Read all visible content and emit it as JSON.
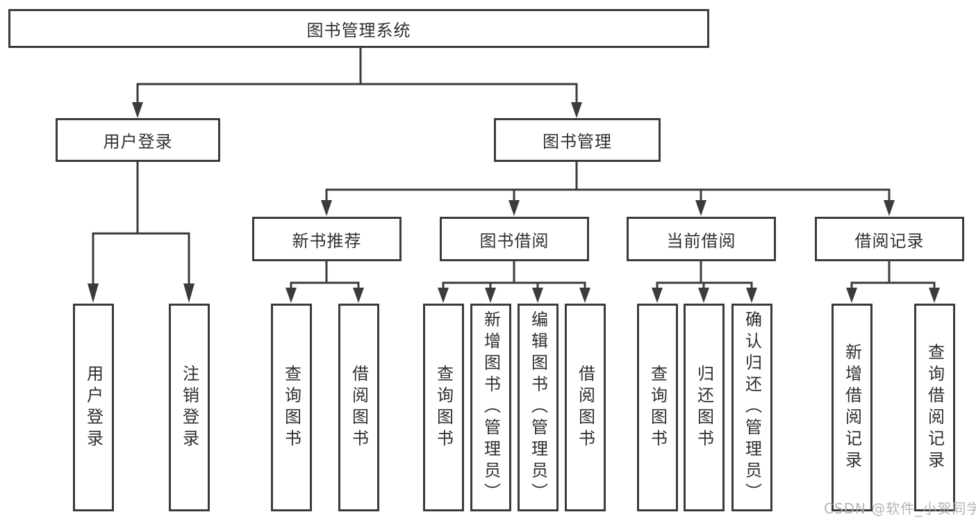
{
  "diagram": {
    "title": "图书管理系统",
    "modules": [
      {
        "label": "用户登录",
        "functions": [
          {
            "label": "用户登录"
          },
          {
            "label": "注销登录"
          }
        ]
      },
      {
        "label": "图书管理",
        "submodules": [
          {
            "label": "新书推荐",
            "functions": [
              {
                "label": "查询图书"
              },
              {
                "label": "借阅图书"
              }
            ]
          },
          {
            "label": "图书借阅",
            "functions": [
              {
                "label": "查询图书"
              },
              {
                "label": "新增图书（管理员）"
              },
              {
                "label": "编辑图书（管理员）"
              },
              {
                "label": "借阅图书"
              }
            ]
          },
          {
            "label": "当前借阅",
            "functions": [
              {
                "label": "查询图书"
              },
              {
                "label": "归还图书"
              },
              {
                "label": "确认归还（管理员）"
              }
            ]
          },
          {
            "label": "借阅记录",
            "functions": [
              {
                "label": "新增借阅记录"
              },
              {
                "label": "查询借阅记录"
              }
            ]
          }
        ]
      }
    ],
    "watermark": "CSDN @软件_小贺同学",
    "colors": {
      "line": "#3b3b3b",
      "text": "#2f2f2f",
      "background": "#ffffff",
      "watermark": "#acacac"
    }
  }
}
